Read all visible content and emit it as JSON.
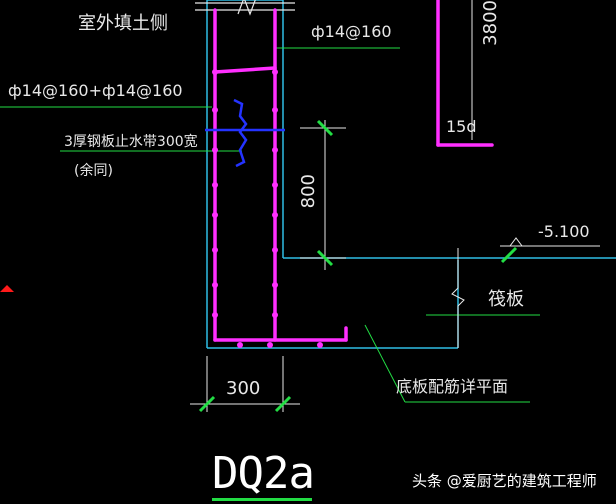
{
  "labels": {
    "outside_fill_side": "室外填土侧",
    "rebar_right": "ф14@160",
    "rebar_left": "ф14@160+ф14@160",
    "waterstop": "3厚钢板止水带300宽",
    "waterstop_note": "(余同)",
    "dim_800": "800",
    "dim_3800": "3800",
    "anchor_15d": "15d",
    "elevation": "-5.100",
    "raft": "筏板",
    "bottom_slab_ref": "底板配筋详平面",
    "dim_300": "300",
    "section_title": "DQ2a"
  },
  "watermark": {
    "prefix": "头条",
    "author": "@爱厨艺的建筑工程师"
  },
  "colors": {
    "background": "#000000",
    "outline": "#2fbde4",
    "rebar": "#ff2fff",
    "dimension": "#22dd44",
    "waterstop": "#2433ff",
    "elevation_marker": "#22dd44",
    "axis_marker": "#ff1a1a",
    "text": "#e8e8e8"
  }
}
